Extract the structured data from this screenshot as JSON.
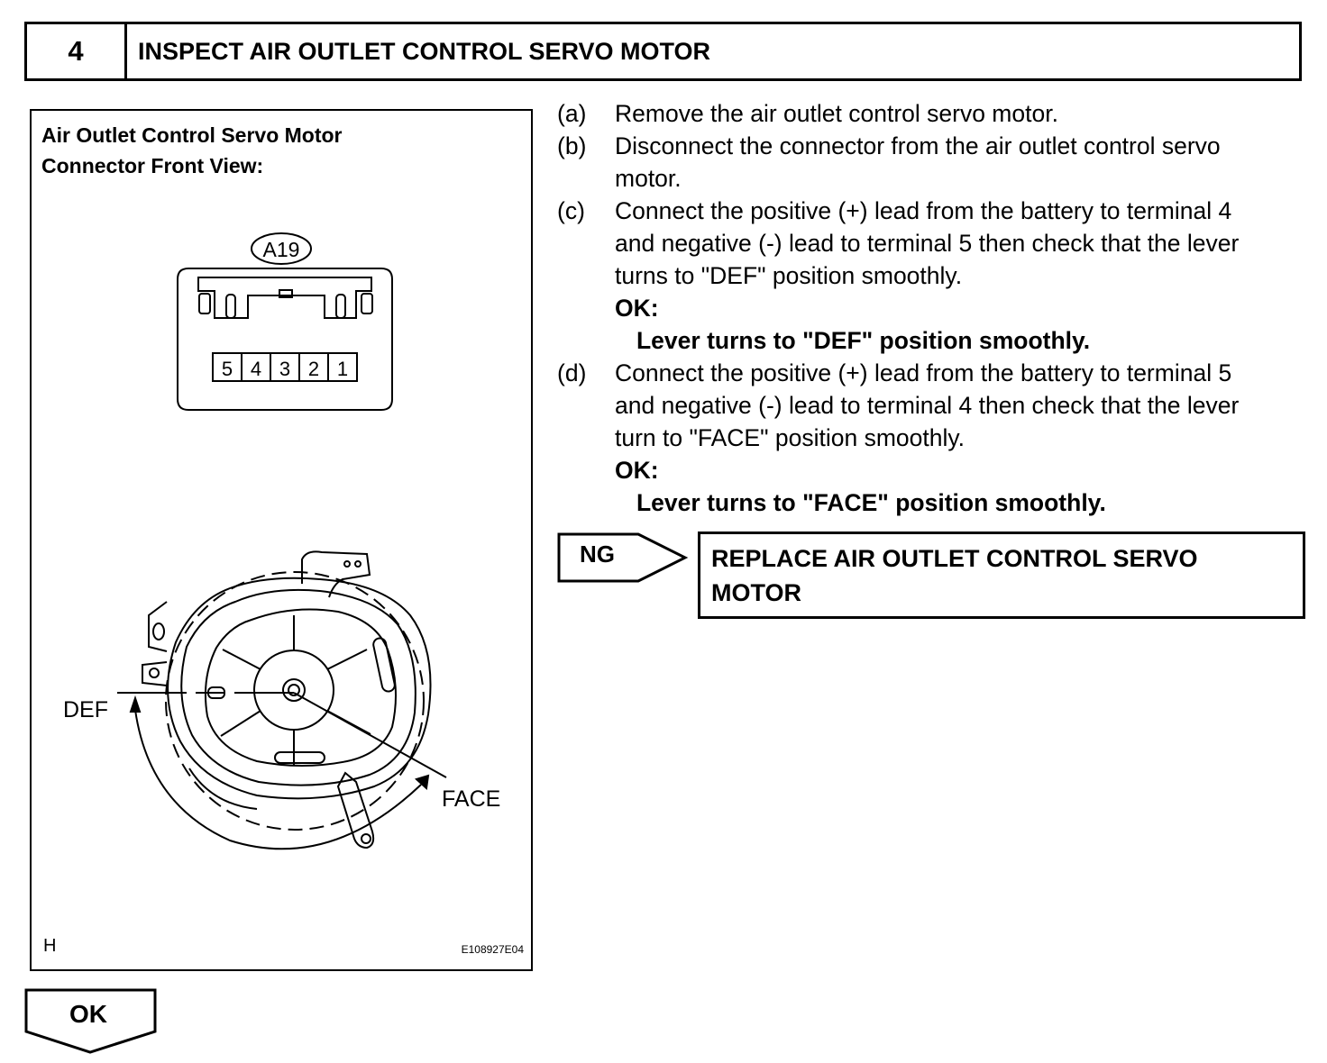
{
  "header": {
    "step_number": "4",
    "title": "INSPECT AIR OUTLET CONTROL SERVO MOTOR"
  },
  "figure": {
    "caption_line1": "Air Outlet Control Servo Motor",
    "caption_line2": "Connector Front View:",
    "connector_id": "A19",
    "terminals": [
      "5",
      "4",
      "3",
      "2",
      "1"
    ],
    "label_def": "DEF",
    "label_face": "FACE",
    "corner_letter": "H",
    "figure_code": "E108927E04"
  },
  "steps": [
    {
      "letter": "(a)",
      "text": "Remove the air outlet control servo motor."
    },
    {
      "letter": "(b)",
      "text": "Disconnect the connector from the air outlet control servo motor."
    },
    {
      "letter": "(c)",
      "text": "Connect the positive (+) lead from the battery to terminal 4 and negative (-) lead to terminal 5 then check that the lever turns to \"DEF\" position smoothly.",
      "ok_label": "OK:",
      "ok_result": "Lever turns to \"DEF\" position smoothly."
    },
    {
      "letter": "(d)",
      "text": "Connect the positive (+) lead from the battery to terminal 5 and negative (-) lead to terminal 4 then check that the lever turn to \"FACE\" position smoothly.",
      "ok_label": "OK:",
      "ok_result": "Lever turns to \"FACE\" position smoothly."
    }
  ],
  "ng": {
    "label": "NG",
    "action_line1": "REPLACE AIR OUTLET CONTROL SERVO",
    "action_line2": "MOTOR"
  },
  "ok": {
    "label": "OK"
  }
}
